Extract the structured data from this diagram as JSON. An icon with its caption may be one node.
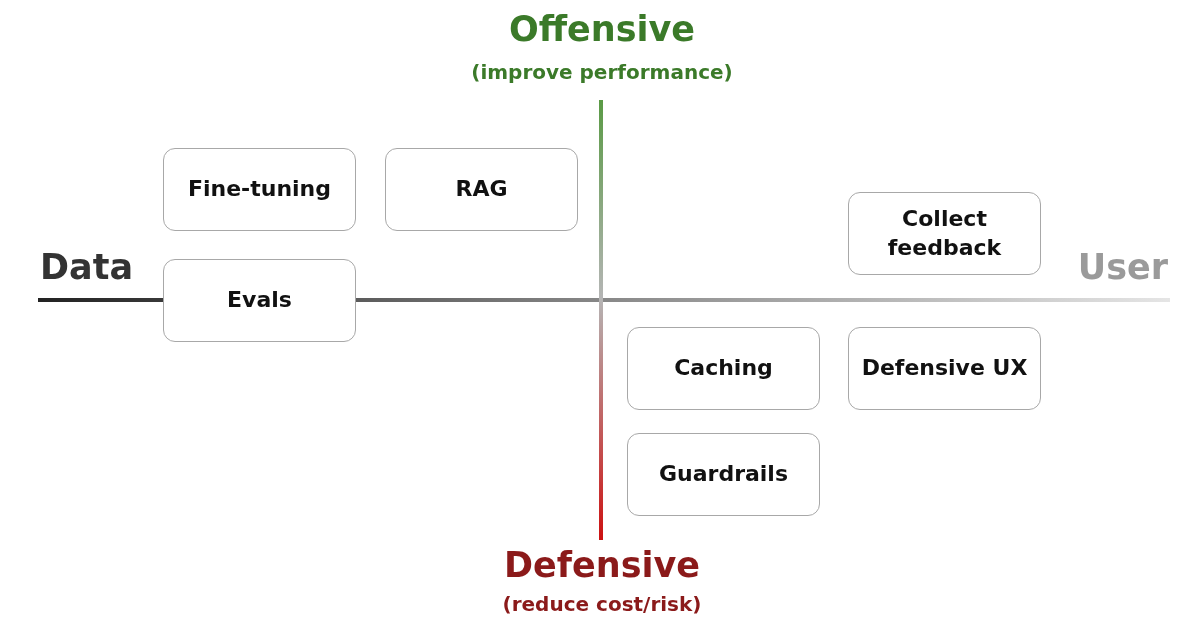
{
  "diagram": {
    "nodes": [
      {
        "text": [
          "Fine-tuning"
        ]
      },
      {
        "text": [
          "RAG"
        ]
      },
      {
        "text": [
          "Collect feedback"
        ]
      },
      {
        "text": [
          "Evals"
        ]
      },
      {
        "text": [
          "Caching"
        ]
      },
      {
        "text": [
          "Defensive UX"
        ]
      },
      {
        "text": [
          "Guardrails"
        ]
      }
    ],
    "labels": [
      "Offensive",
      "(improve performance)",
      "Data",
      "User",
      "Defensive",
      "(reduce cost/risk)"
    ]
  }
}
